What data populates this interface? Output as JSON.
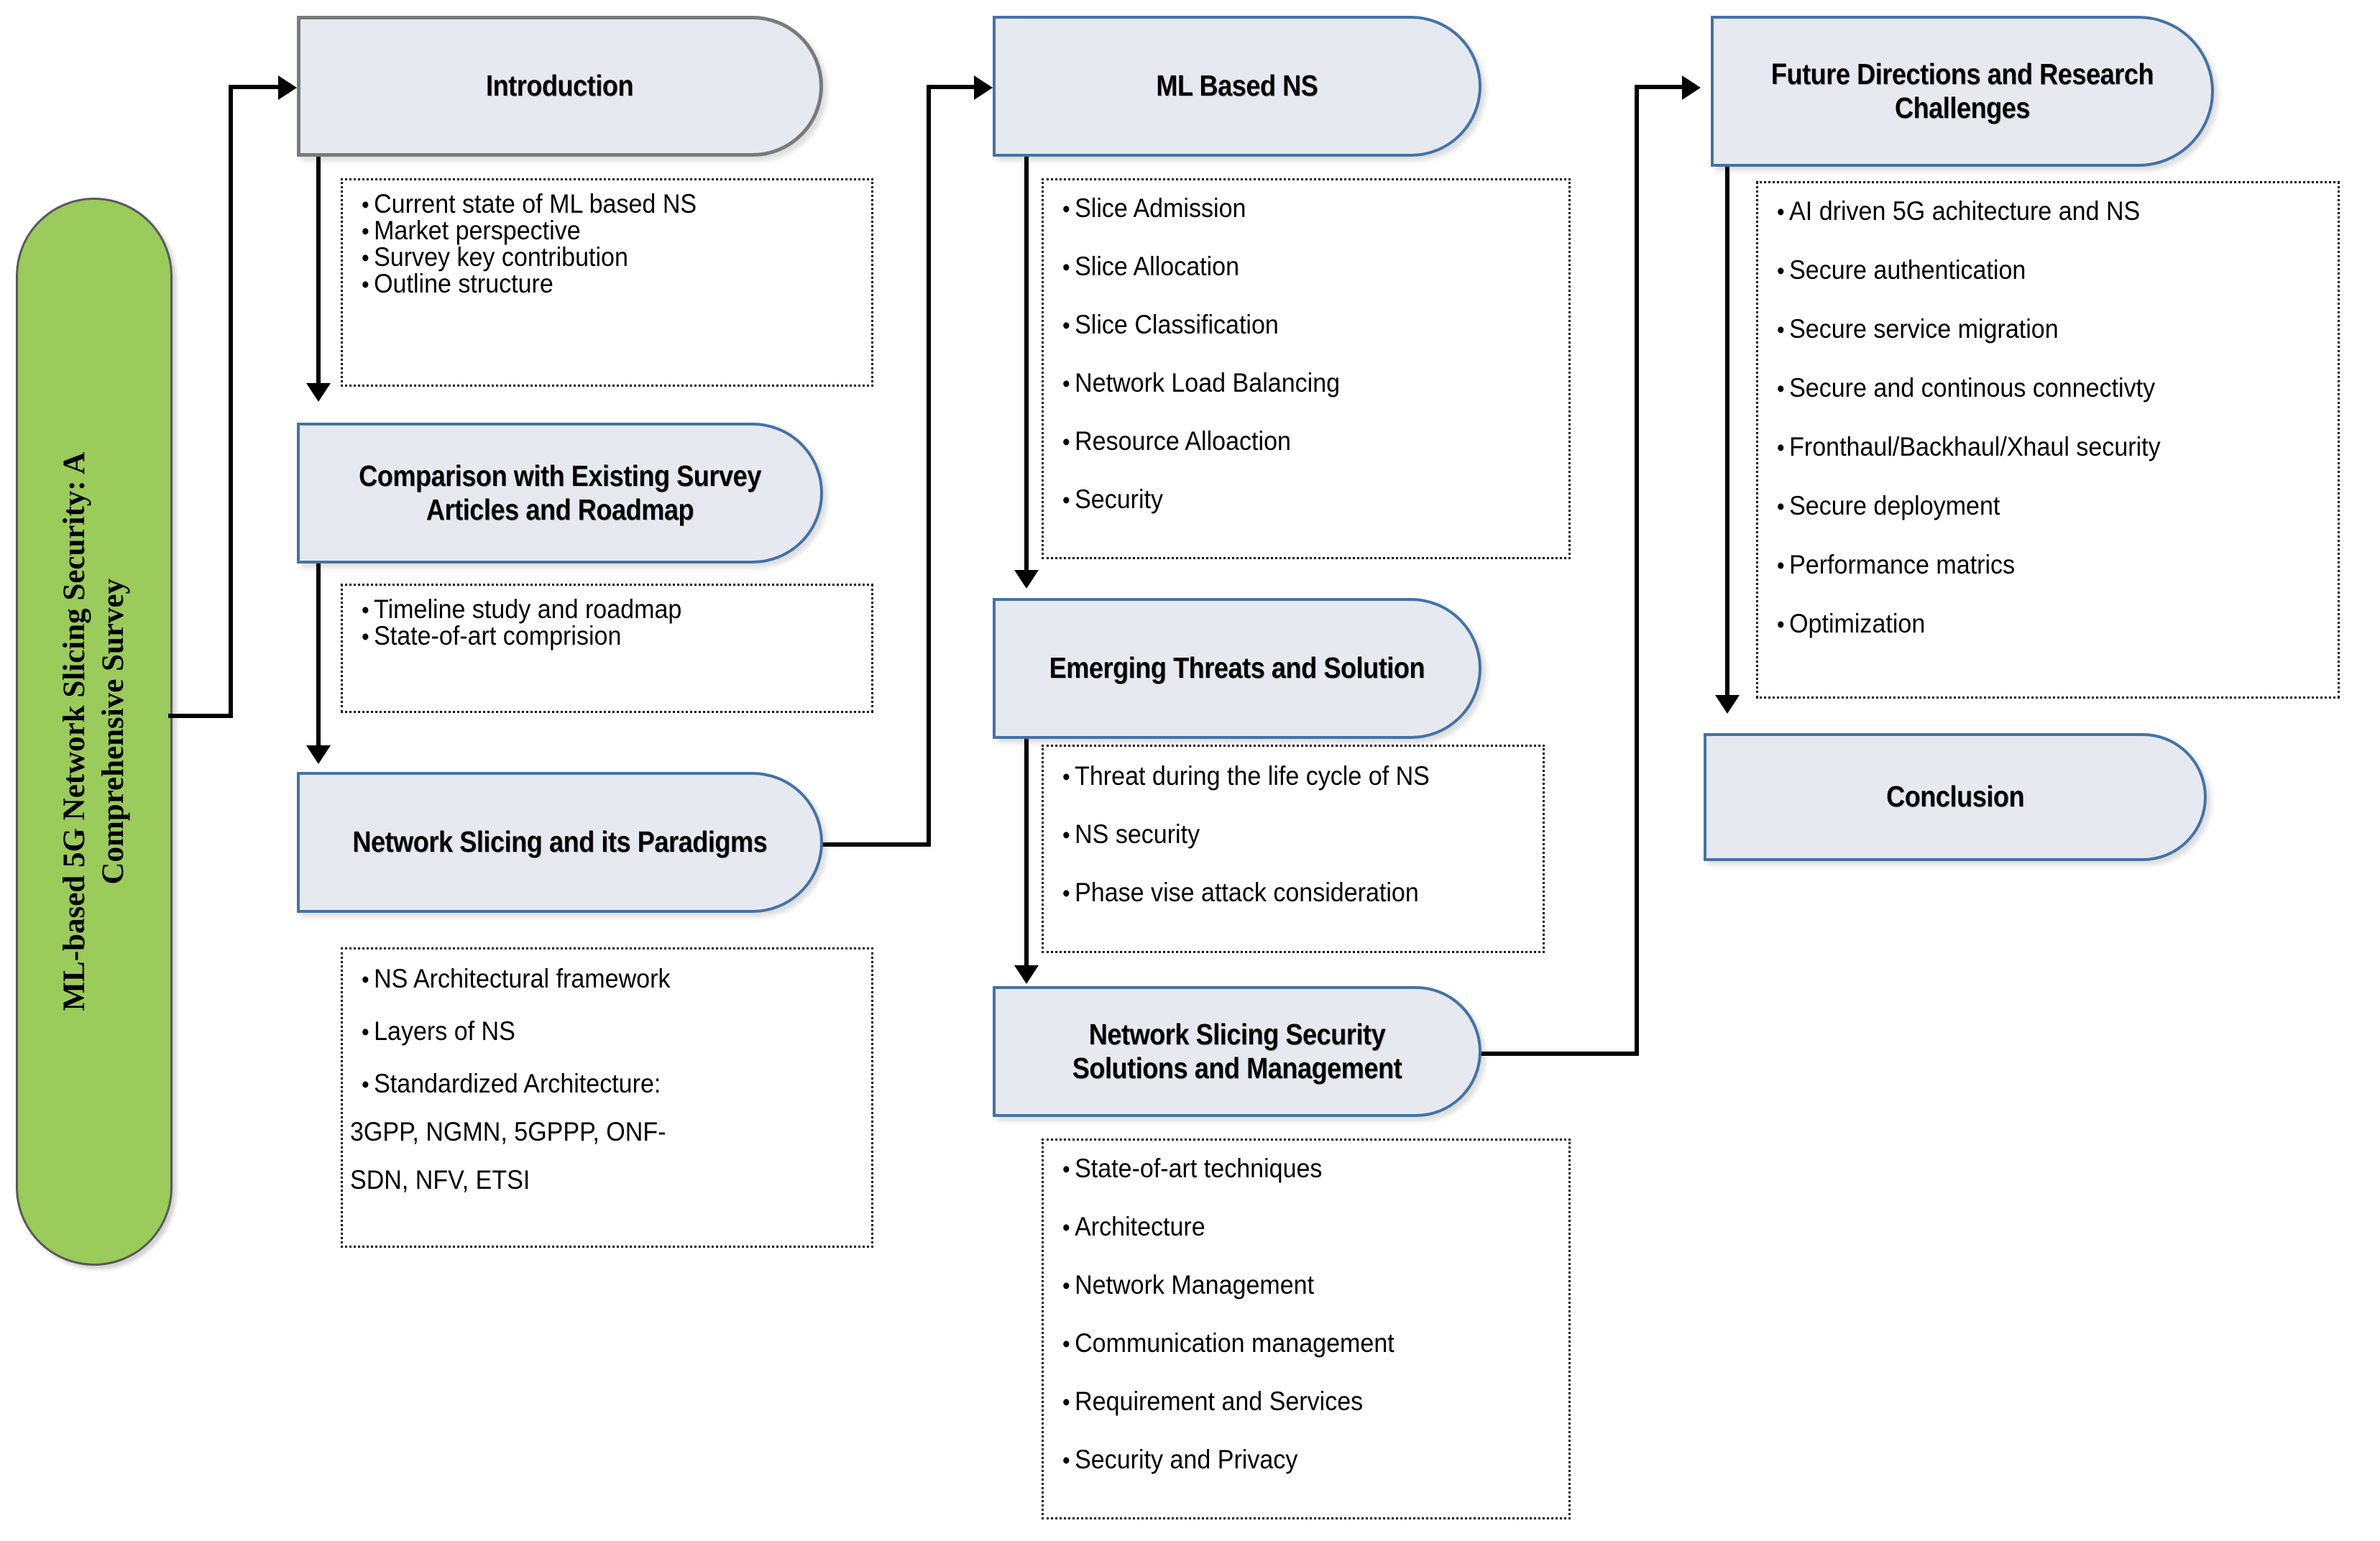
{
  "diagram": {
    "title": "ML-based 5G Network Slicing Security: A Comprehensive Survey",
    "colors": {
      "accent_green": "#9ACB5B",
      "node_fill": "#E6E9EF",
      "node_border_blue": "#4472A8",
      "node_border_gray": "#7A7A7A",
      "connector": "#000000"
    }
  },
  "sections": {
    "introduction": {
      "title": "Introduction",
      "bullets": [
        "Current state of ML based NS",
        "Market perspective",
        "Survey key contribution",
        "Outline structure"
      ]
    },
    "comparison": {
      "title": "Comparison with Existing Survey Articles and Roadmap",
      "bullets": [
        "Timeline study and roadmap",
        "State-of-art comprision"
      ]
    },
    "paradigms": {
      "title": "Network Slicing and its Paradigms",
      "bullets": [
        "NS Architectural framework",
        "Layers of NS",
        "Standardized Architecture:"
      ],
      "bullets_plain": [
        "3GPP, NGMN, 5GPPP, ONF-",
        "SDN, NFV, ETSI"
      ]
    },
    "ml_based_ns": {
      "title": "ML Based NS",
      "bullets": [
        "Slice Admission",
        "Slice Allocation",
        "Slice Classification",
        "Network Load Balancing",
        "Resource Alloaction",
        "Security"
      ]
    },
    "emerging_threats": {
      "title": "Emerging Threats and Solution",
      "bullets": [
        "Threat during the life cycle of NS",
        "NS security",
        "Phase vise attack consideration"
      ]
    },
    "security_solutions": {
      "title": "Network Slicing Security Solutions and Management",
      "bullets": [
        "State-of-art techniques",
        "Architecture",
        "Network Management",
        "Communication management",
        "Requirement and Services",
        "Security and Privacy"
      ]
    },
    "future_directions": {
      "title": "Future Directions and Research Challenges",
      "bullets": [
        "AI driven 5G achitecture and NS",
        "Secure authentication",
        "Secure service migration",
        "Secure and continous connectivty",
        "Fronthaul/Backhaul/Xhaul security",
        "Secure deployment",
        "Performance matrics",
        "Optimization"
      ]
    },
    "conclusion": {
      "title": "Conclusion"
    }
  }
}
